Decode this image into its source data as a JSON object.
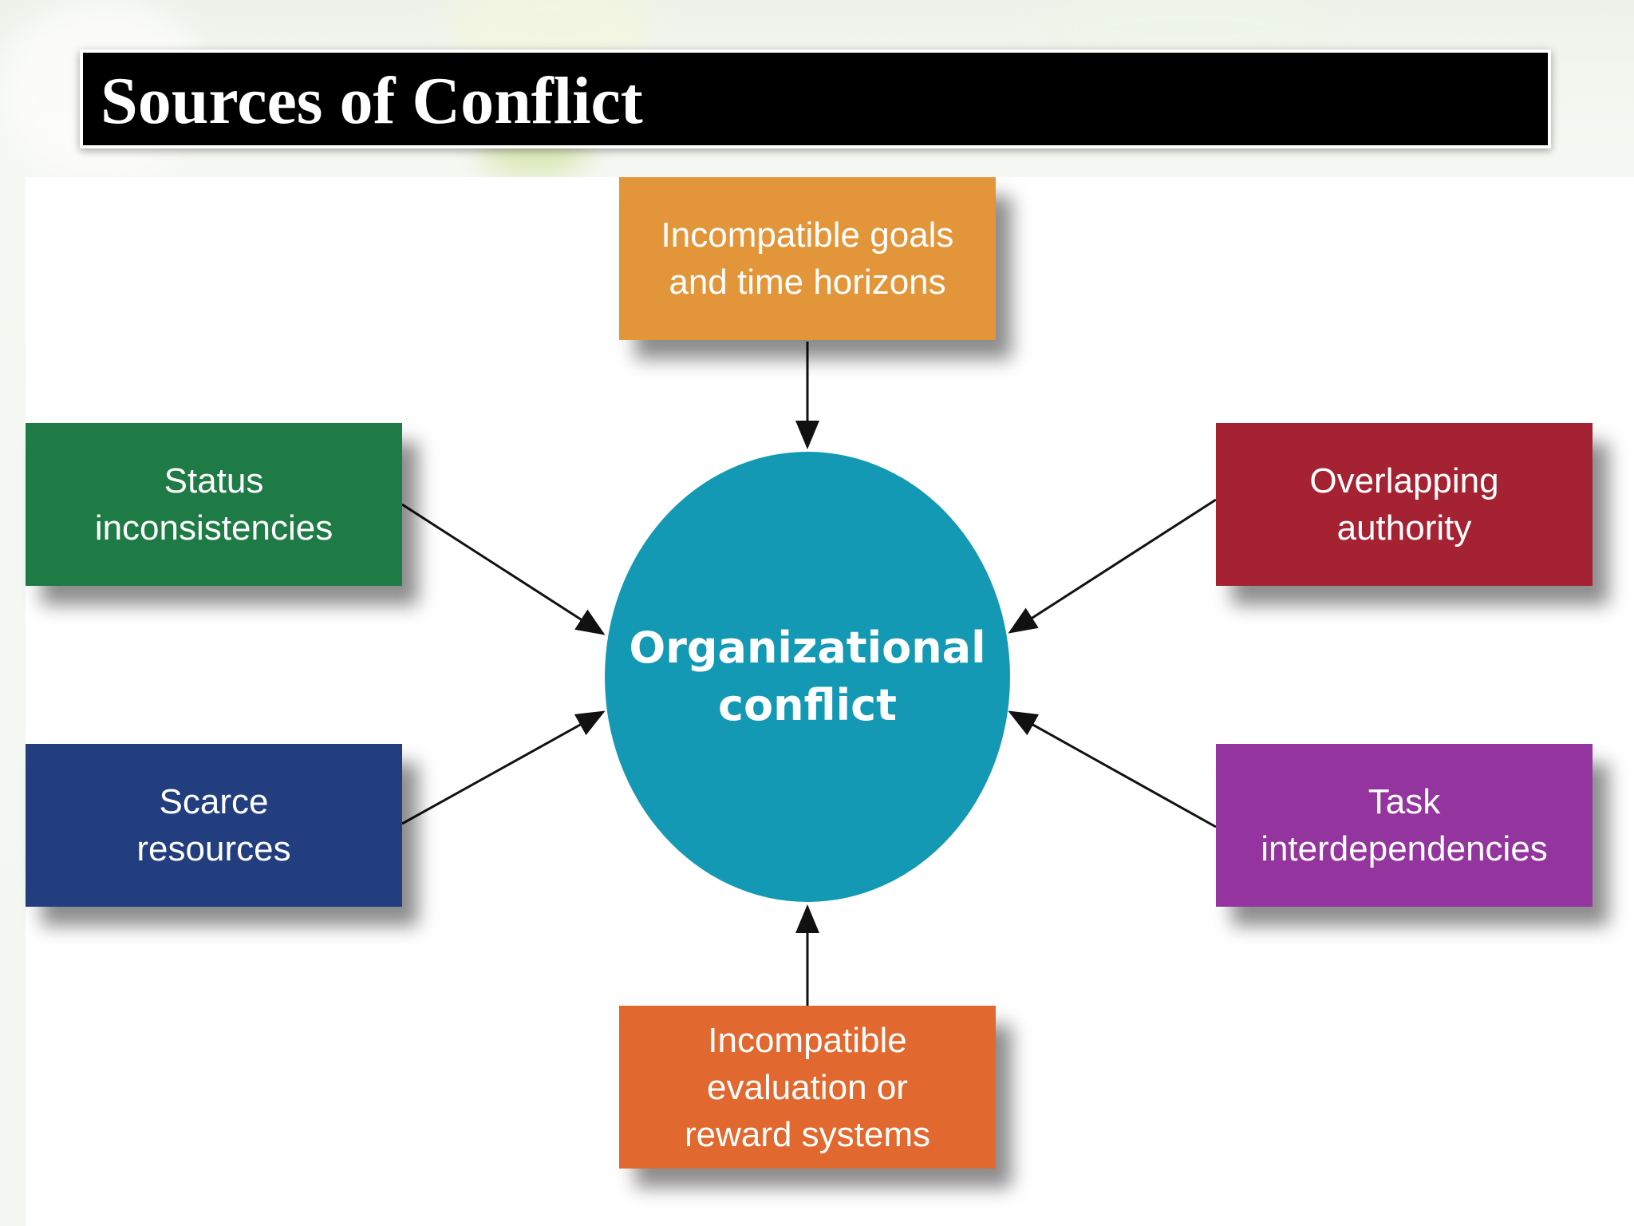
{
  "slide": {
    "title": "Sources of Conflict"
  },
  "diagram": {
    "center": {
      "label": "Organizational\nconflict",
      "color": "#1499B4"
    },
    "sources": [
      {
        "id": "goals",
        "label": "Incompatible goals\nand time horizons",
        "color": "#E3953A"
      },
      {
        "id": "status",
        "label": "Status\ninconsistencies",
        "color": "#1F7B45"
      },
      {
        "id": "authority",
        "label": "Overlapping\nauthority",
        "color": "#A42232"
      },
      {
        "id": "scarce",
        "label": "Scarce\nresources",
        "color": "#233E7E"
      },
      {
        "id": "task",
        "label": "Task\ninterdependencies",
        "color": "#94349E"
      },
      {
        "id": "rewards",
        "label": "Incompatible\nevaluation or\nreward systems",
        "color": "#E1682E"
      }
    ],
    "arrow_color": "#111111"
  },
  "colors": {
    "title_background": "#000000",
    "title_text": "#FFFFFF"
  }
}
